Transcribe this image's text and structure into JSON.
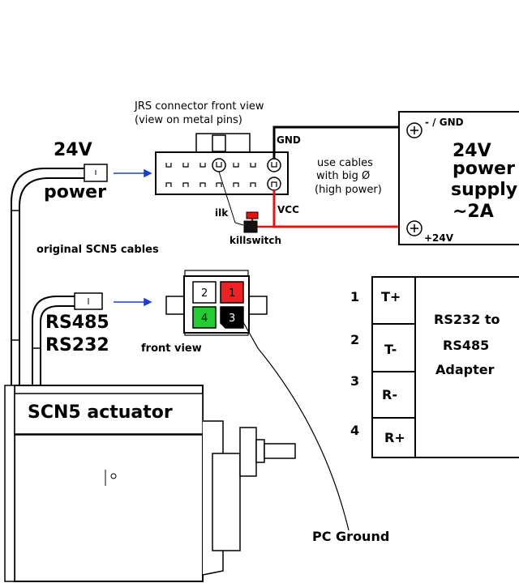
{
  "labels": {
    "jrs_title_1": "JRS  connector front view",
    "jrs_title_2": "(view on metal pins)",
    "voltage_24v": "24V",
    "power": "power",
    "gnd": "GND",
    "vcc": "VCC",
    "ilk": "ilk",
    "killswitch": "killswitch",
    "cables_1": "use cables",
    "cables_2": "with big Ø",
    "cables_3": "(high power)",
    "psu_gnd": "- / GND",
    "psu_24v": "+24V",
    "psu_1": "24V",
    "psu_2": "power",
    "psu_3": "supply",
    "psu_4": "~2A",
    "original_cables": "original SCN5 cables",
    "rs485": "RS485",
    "rs232": "RS232",
    "front_view": "front view",
    "pin_2": "2",
    "pin_1": "1",
    "pin_4": "4",
    "pin_3": "3",
    "actuator": "SCN5 actuator",
    "pc_ground": "PC Ground",
    "adapter_1": "RS232 to",
    "adapter_2": "RS485",
    "adapter_3": "Adapter"
  },
  "adapter_terminals": [
    {
      "number": "1",
      "label": "T+"
    },
    {
      "number": "2",
      "label": "T-"
    },
    {
      "number": "3",
      "label": "R-"
    },
    {
      "number": "4",
      "label": "R+"
    }
  ],
  "colors": {
    "wire_red": "#ee1111",
    "wire_black": "#000000",
    "arrow_blue": "#1a3fd6",
    "pin_red": "#ee2222",
    "pin_green": "#22cc33",
    "pin_black": "#000000"
  }
}
